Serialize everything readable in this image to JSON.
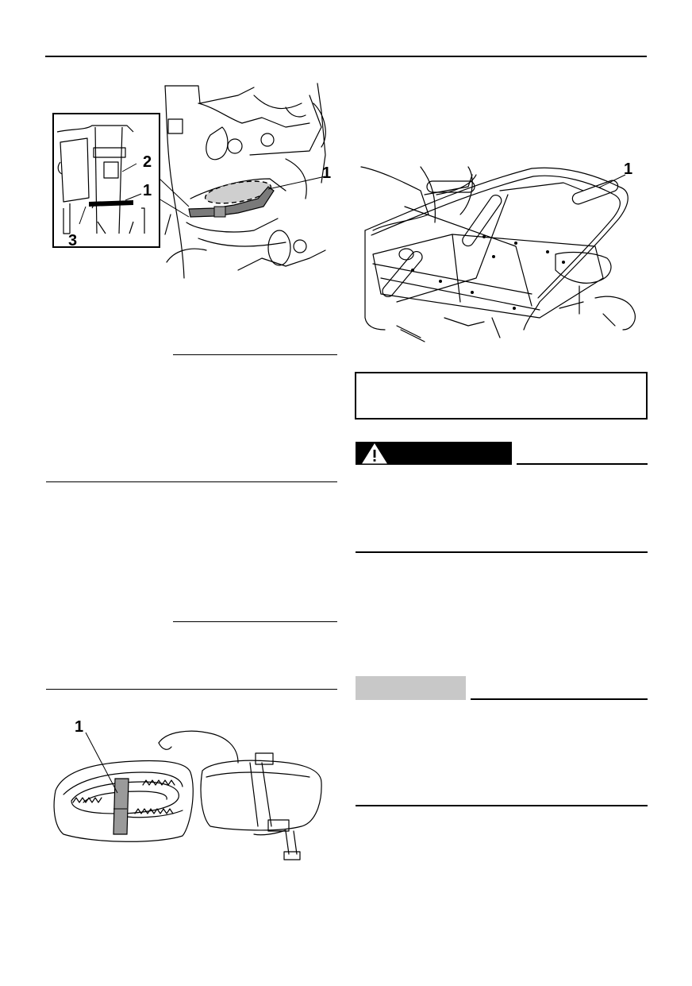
{
  "figures": {
    "belt_case": {
      "inset_callouts": [
        "2",
        "1",
        "3"
      ],
      "main_callout": "1"
    },
    "cargo_bed": {
      "callout": "1"
    },
    "tool_bag": {
      "callout": "1"
    }
  },
  "warning_banner": {
    "icon": "warning-triangle-icon"
  },
  "colors": {
    "ink": "#000000",
    "notice_banner": "#c8c8c8"
  }
}
